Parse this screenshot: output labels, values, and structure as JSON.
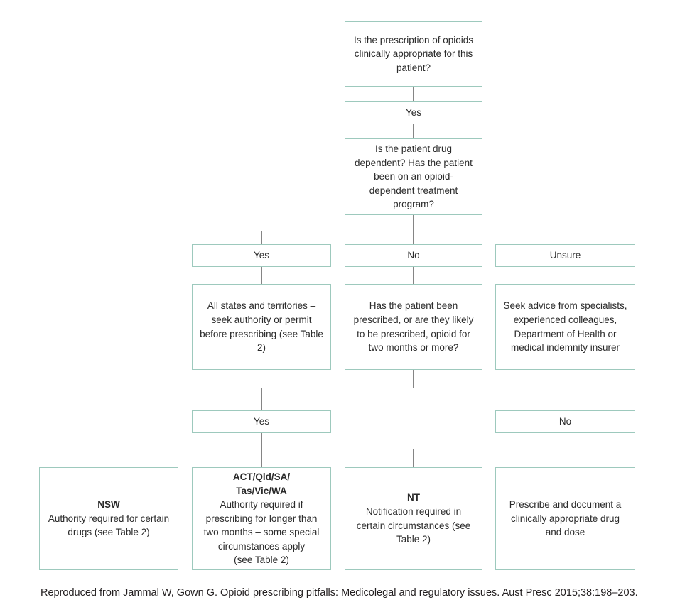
{
  "figure": {
    "title": "Opioid prescribing decision flowchart",
    "border_color": "#9dc9bd",
    "connector_color": "#858585",
    "text_color": "#2b2b2b",
    "background": "#ffffff"
  },
  "nodes": {
    "q1": {
      "text": "Is the prescription of opioids clinically appropriate for this patient?"
    },
    "a1_yes": {
      "text": "Yes"
    },
    "q2": {
      "text": "Is the patient drug dependent? Has the patient been on an opioid-dependent treatment program?"
    },
    "a2_yes": {
      "text": "Yes"
    },
    "a2_no": {
      "text": "No"
    },
    "a2_unsure": {
      "text": "Unsure"
    },
    "r_dependent": {
      "text": "All states and territories – seek authority or permit before prescribing (see Table 2)"
    },
    "q3": {
      "text": "Has the patient been prescribed, or are they likely to be prescribed, opioid for two months or more?"
    },
    "r_unsure": {
      "text": "Seek advice from specialists, experienced colleagues, Department of Health or medical indemnity insurer"
    },
    "a3_yes": {
      "text": "Yes"
    },
    "a3_no": {
      "text": "No"
    },
    "r_nsw": {
      "heading": "NSW",
      "text": "Authority required for certain drugs (see Table 2)"
    },
    "r_states": {
      "heading": "ACT/Qld/SA/\nTas/Vic/WA",
      "text": "Authority required if prescribing for longer than two months – some special circumstances apply\n(see Table 2)"
    },
    "r_nt": {
      "heading": "NT",
      "text": "Notification required in certain circumstances (see Table 2)"
    },
    "r_prescribe": {
      "text": "Prescribe and document a clinically appropriate drug and dose"
    }
  },
  "caption": {
    "text": "Reproduced from Jammal W, Gown G. Opioid prescribing pitfalls: Medicolegal and regulatory issues. Aust Presc 2015;38:198–203."
  }
}
